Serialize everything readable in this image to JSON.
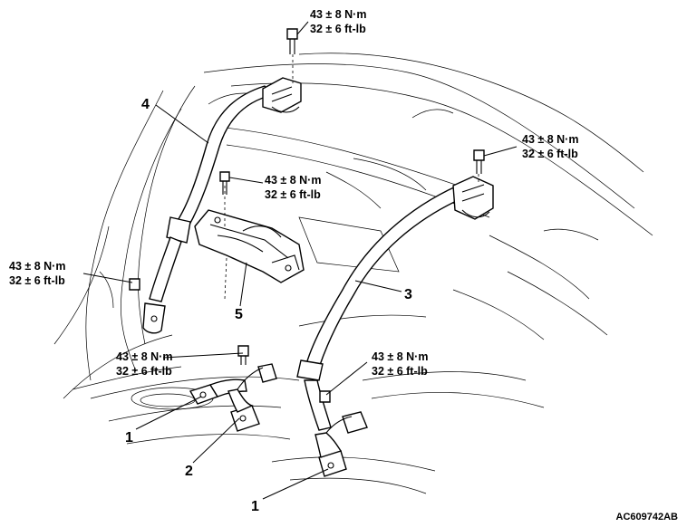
{
  "torque_labels": [
    {
      "id": "t1",
      "line1": "43 ± 8 N·m",
      "line2": "32 ± 6 ft-lb"
    },
    {
      "id": "t2",
      "line1": "43 ± 8 N·m",
      "line2": "32 ± 6 ft-lb"
    },
    {
      "id": "t3",
      "line1": "43 ± 8 N·m",
      "line2": "32 ± 6 ft-lb"
    },
    {
      "id": "t4",
      "line1": "43 ± 8 N·m",
      "line2": "32 ± 6 ft-lb"
    },
    {
      "id": "t5",
      "line1": "43 ± 8 N·m",
      "line2": "32 ± 6 ft-lb"
    },
    {
      "id": "t6",
      "line1": "43 ± 8 N·m",
      "line2": "32 ± 6 ft-lb"
    }
  ],
  "callouts": [
    "4",
    "3",
    "5",
    "1",
    "2",
    "1"
  ],
  "figure_code": "AC609742AB"
}
